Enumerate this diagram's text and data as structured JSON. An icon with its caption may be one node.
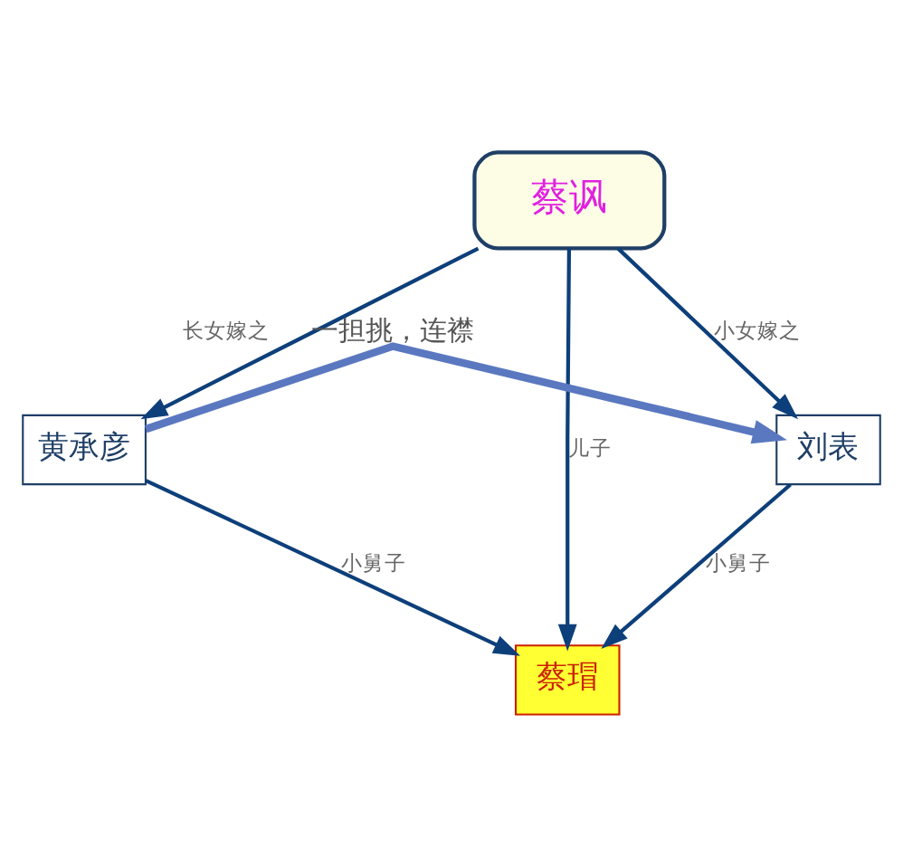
{
  "diagram": {
    "nodes": [
      {
        "text": [
          "蔡讽"
        ]
      },
      {
        "text": [
          "黄承彦"
        ]
      },
      {
        "text": [
          "刘表"
        ]
      },
      {
        "text": [
          "蔡瑁"
        ]
      }
    ],
    "edges": [
      {
        "from": 0,
        "to": 1,
        "arrow": "to",
        "label": "长女嫁之"
      },
      {
        "from": 0,
        "to": 3,
        "arrow": "to",
        "label": "儿子"
      },
      {
        "from": 0,
        "to": 2,
        "arrow": "to",
        "label": "小女嫁之"
      },
      {
        "from": 1,
        "to": 2,
        "arrow": "to",
        "label": "一担挑，连襟",
        "style": "thick",
        "color": "#5a78c0"
      },
      {
        "from": 1,
        "to": 3,
        "arrow": "to",
        "label": "小舅子"
      },
      {
        "from": 2,
        "to": 3,
        "arrow": "to",
        "label": "小舅子"
      }
    ]
  }
}
